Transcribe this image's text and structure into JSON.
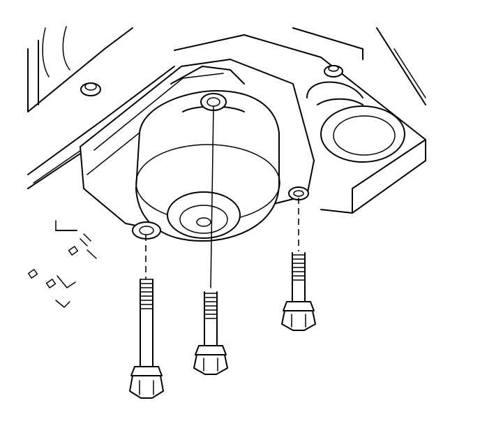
{
  "figure": {
    "kind": "technical line drawing",
    "stroke_color": "#000000",
    "background_color": "#ffffff",
    "bolt_count": 3,
    "icons": [
      "mount-body",
      "bolt"
    ]
  }
}
